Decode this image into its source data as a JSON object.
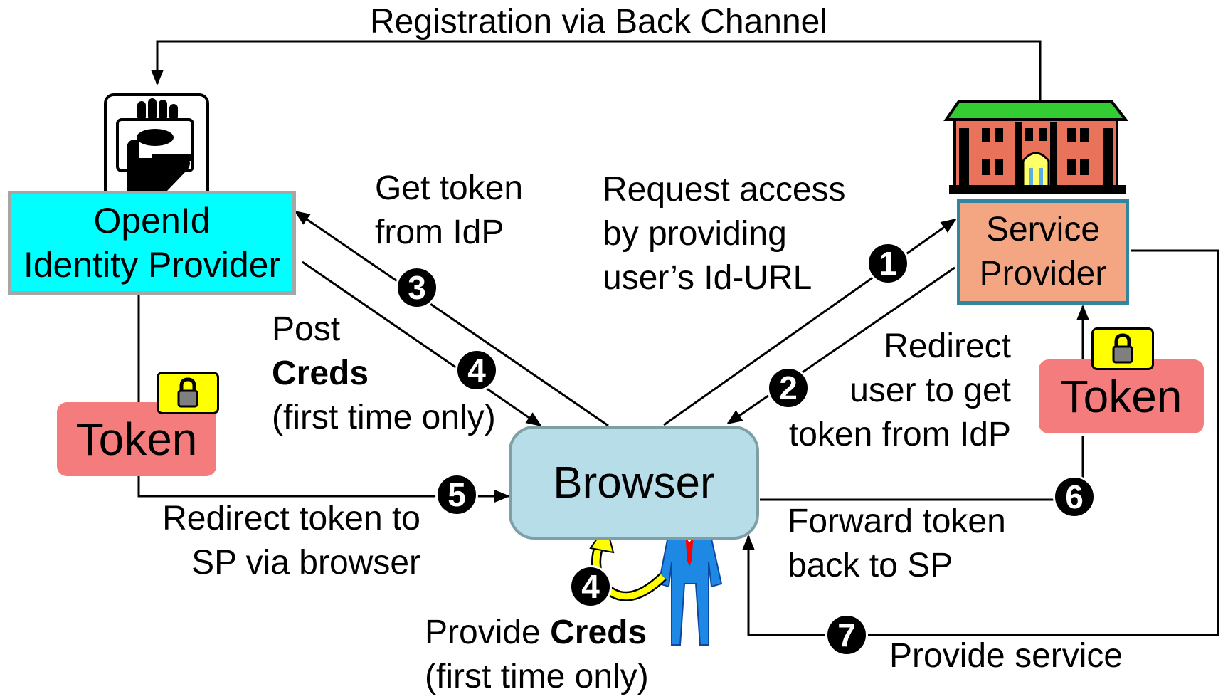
{
  "top_label": "Registration via Back Channel",
  "idp": {
    "line1": "OpenId",
    "line2": "Identity Provider"
  },
  "sp": {
    "line1": "Service",
    "line2": "Provider"
  },
  "browser": {
    "label": "Browser"
  },
  "tokens": {
    "left": "Token",
    "right": "Token"
  },
  "steps": [
    {
      "num": "1",
      "lines": [
        "Request access",
        "by providing",
        "user’s Id-URL"
      ]
    },
    {
      "num": "2",
      "lines": [
        "Redirect",
        "user to get",
        "token from IdP"
      ]
    },
    {
      "num": "3",
      "lines": [
        "Get token",
        "from IdP"
      ]
    },
    {
      "num": "4",
      "lines": [
        "Post",
        "Creds",
        "(first time only)"
      ]
    },
    {
      "num": "5",
      "lines": [
        "Redirect token to",
        "SP via browser"
      ]
    },
    {
      "num": "6",
      "lines": [
        "Forward token",
        "back to SP"
      ]
    },
    {
      "num": "7",
      "lines": [
        "Provide service"
      ]
    }
  ],
  "user_step": {
    "num": "4",
    "prefix": "Provide ",
    "bold": "Creds",
    "line2": "(first time only)"
  },
  "colors": {
    "idp_fill": "#00ffff",
    "idp_border": "#a6a6a6",
    "sp_fill": "#f4a582",
    "sp_border": "#31859c",
    "browser_fill": "#b7dde8",
    "browser_border": "#7f9fa6",
    "token_fill": "#f47c7c",
    "lock_fill": "#ffff00",
    "building_roof": "#33cc33",
    "building_wall": "#e8735a",
    "person_suit": "#1e88e5",
    "person_tie": "#ff0000",
    "curved_arrow": "#ffff00"
  },
  "icons": [
    "identity-card-icon",
    "government-building-icon",
    "padlock-icon",
    "business-person-icon"
  ]
}
